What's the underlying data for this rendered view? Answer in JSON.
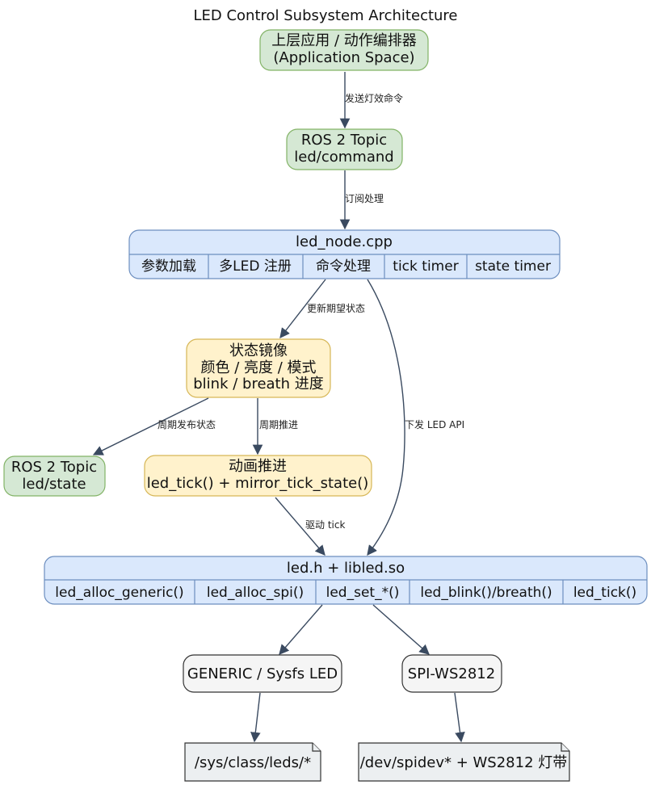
{
  "title": "LED Control Subsystem Architecture",
  "nodes": {
    "app": {
      "lines": [
        "上层应用 / 动作编排器",
        "(Application Space)"
      ],
      "color": "#d5e8d4"
    },
    "topic_cmd": {
      "lines": [
        "ROS 2 Topic",
        "led/command"
      ],
      "color": "#d5e8d4"
    },
    "led_node": {
      "title": "led_node.cpp",
      "cells": [
        "参数加载",
        "多LED 注册",
        "命令处理",
        "tick timer",
        "state timer"
      ],
      "color": "#dae8fc"
    },
    "mirror": {
      "lines": [
        "状态镜像",
        "颜色 / 亮度 / 模式",
        "blink / breath 进度"
      ],
      "color": "#fff2cc"
    },
    "topic_state": {
      "lines": [
        "ROS 2 Topic",
        "led/state"
      ],
      "color": "#d5e8d4"
    },
    "anim": {
      "lines": [
        "动画推进",
        "led_tick() + mirror_tick_state()"
      ],
      "color": "#fff2cc"
    },
    "libled": {
      "title": "led.h + libled.so",
      "cells": [
        "led_alloc_generic()",
        "led_alloc_spi()",
        "led_set_*()",
        "led_blink()/breath()",
        "led_tick()"
      ],
      "color": "#dae8fc"
    },
    "generic": {
      "lines": [
        "GENERIC / Sysfs LED"
      ],
      "color": "#f5f5f5"
    },
    "spi": {
      "lines": [
        "SPI-WS2812"
      ],
      "color": "#f5f5f5"
    },
    "sysfs_path": {
      "lines": [
        "/sys/class/leds/*"
      ],
      "color": "#eceff1"
    },
    "spidev_path": {
      "lines": [
        "/dev/spidev* + WS2812 灯带"
      ],
      "color": "#eceff1"
    }
  },
  "edges": {
    "app_to_cmd": "发送灯效命令",
    "cmd_to_node": "订阅处理",
    "node_to_mirror": "更新期望状态",
    "mirror_to_state": "周期发布状态",
    "mirror_to_anim": "周期推进",
    "node_to_lib": "下发 LED API",
    "anim_to_lib": "驱动 tick"
  }
}
